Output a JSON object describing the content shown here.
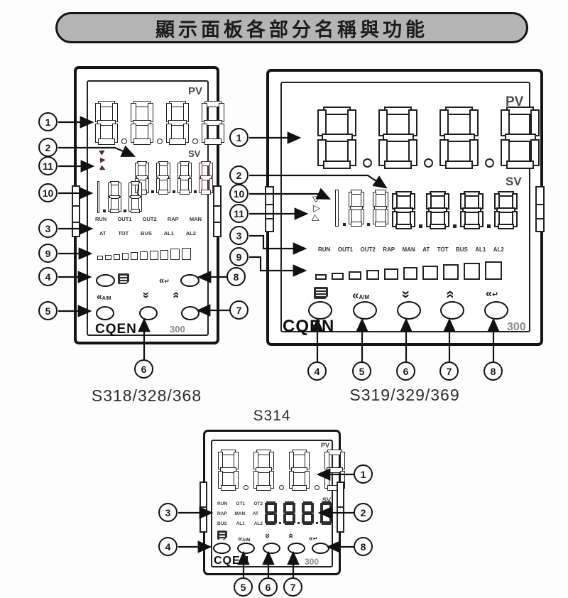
{
  "title": "顯示面板各部分名稱與功能",
  "callout_numbers": {
    "n1": "1",
    "n2": "2",
    "n3": "3",
    "n4": "4",
    "n5": "5",
    "n6": "6",
    "n7": "7",
    "n8": "8",
    "n9": "9",
    "n10": "10",
    "n11": "11"
  },
  "icons": {
    "chevron_left_double": "«",
    "chevron_double": "»",
    "return_arrow": "↵",
    "am": "A/M",
    "tri_filled": "▶",
    "tri_outline": "▷"
  },
  "devices": {
    "s318": {
      "model_label": "S318/328/368",
      "brand": "CQEN",
      "model_number": "300",
      "pv_label": "PV",
      "sv_label": "SV",
      "pv_digits": "8888",
      "sv_digits": "8888",
      "aux_digits": "188",
      "indicator_row1": [
        "RUN",
        "OUT1",
        "OUT2",
        "RAP",
        "MAN"
      ],
      "indicator_row2": [
        "AT",
        "TOT",
        "BUS",
        "AL1",
        "AL2"
      ],
      "bargraph_segments": 10
    },
    "s319": {
      "model_label": "S319/329/369",
      "brand": "CQEN",
      "model_number": "300",
      "pv_label": "PV",
      "sv_label": "SV",
      "pv_digits": "8888",
      "sv_digits": "8888",
      "aux_digits": "188",
      "indicator_row": [
        "RUN",
        "OUT1",
        "OUT2",
        "RAP",
        "MAN",
        "AT",
        "TOT",
        "BUS",
        "AL1",
        "AL2"
      ],
      "bargraph_segments": 10
    },
    "s314": {
      "model_label": "S314",
      "brand": "CQEN",
      "model_number": "300",
      "pv_label": "PV",
      "sv_label": "SV",
      "pv_digits": "8888",
      "sv_digits": "8888",
      "indicator_rows": [
        [
          "RUN",
          "OT1",
          "OT2"
        ],
        [
          "RAP",
          "MAN",
          "AT"
        ],
        [
          "BUS",
          "AL1",
          "AL2"
        ]
      ]
    }
  },
  "colors": {
    "maroon": "#59243a",
    "panel_gray": "#b4b4b4"
  }
}
